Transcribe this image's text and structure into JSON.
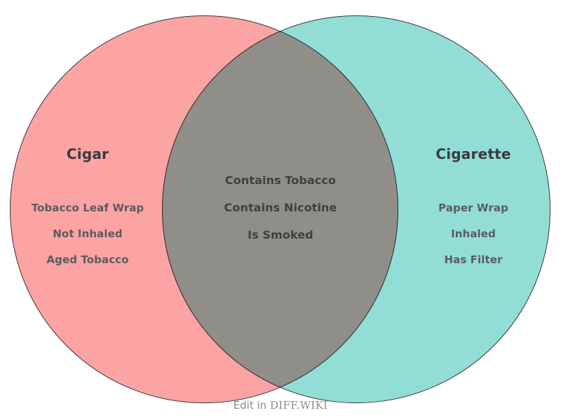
{
  "diagram": {
    "type": "venn",
    "background_color": "#ffffff",
    "outline_color": "#333338",
    "left_set": {
      "title": "Cigar",
      "fill_color": "#fca3a3",
      "items": [
        "Tobacco Leaf Wrap",
        "Not Inhaled",
        "Aged Tobacco"
      ]
    },
    "right_set": {
      "title": "Cigarette",
      "fill_color": "#92ded6",
      "items": [
        "Paper Wrap",
        "Inhaled",
        "Has Filter"
      ]
    },
    "intersection": {
      "fill_color": "#be9c9c",
      "items": [
        "Contains Tobacco",
        "Contains Nicotine",
        "Is Smoked"
      ]
    }
  },
  "footer": {
    "credit_prefix": "Edit in ",
    "credit_brand": "DIFF.WIKI",
    "text_color": "#8a8a8a"
  }
}
